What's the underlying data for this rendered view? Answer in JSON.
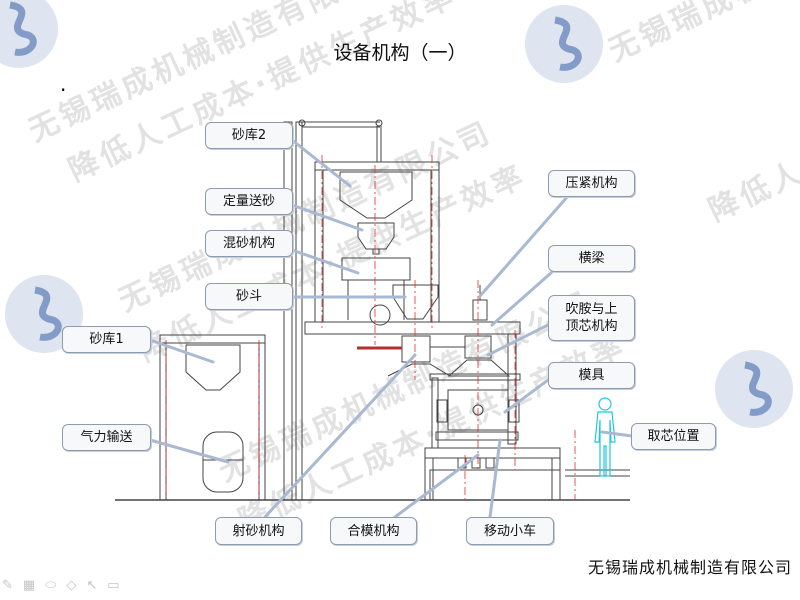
{
  "slide": {
    "title": "设备机构（一）",
    "bullet": "·",
    "footer": "无锡瑞成机械制造有限公司"
  },
  "watermark": {
    "company": "无锡瑞成机械制造有限公司",
    "slogan": "降低人工成本·提供生产效率"
  },
  "labels": {
    "sand_bin_2": "砂库2",
    "dosing": "定量送砂",
    "mixer": "混砂机构",
    "sand_hopper": "砂斗",
    "sand_bin_1": "砂库1",
    "pneumatic": "气力输送",
    "press": "压紧机构",
    "beam": "横梁",
    "blow_line1": "吹胺与上",
    "blow_line2": "顶芯机构",
    "mold": "模具",
    "core_pick": "取芯位置",
    "shooting": "射砂机构",
    "clamping": "合模机构",
    "cart": "移动小车"
  },
  "toolbar": [
    "pen-icon",
    "slides-icon",
    "ink-icon",
    "eraser-icon",
    "pointer-icon",
    "camera-icon"
  ],
  "colors": {
    "callout": "#a9b9d2",
    "frame": "#444444",
    "centerline": "#e03030",
    "figure": "#20c8e0"
  }
}
